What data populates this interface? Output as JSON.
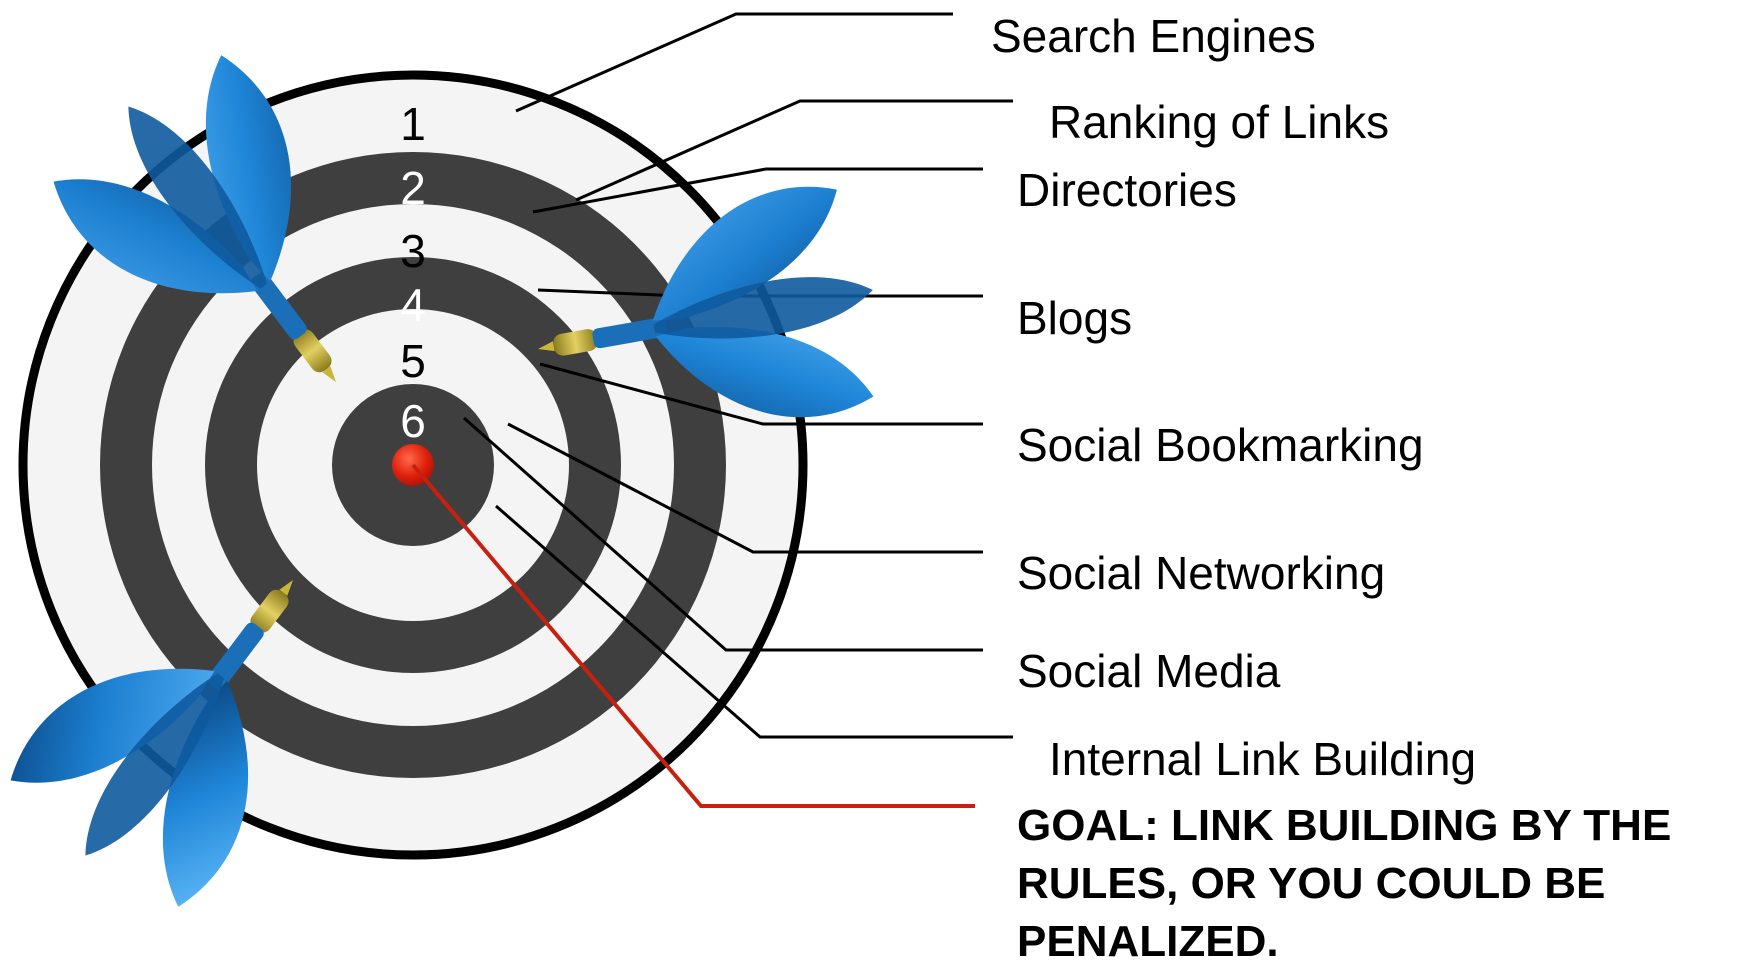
{
  "target": {
    "ring_numbers": [
      "1",
      "2",
      "3",
      "4",
      "5",
      "6"
    ],
    "colors": {
      "outline": "#000000",
      "dark_ring": "#3f3f3f",
      "light_ring": "#f4f4f4",
      "bullseye": "#e0200c",
      "goal_line": "#c8200f",
      "dart_blue": "#1c7fd0",
      "dart_tip": "#c9b53a"
    },
    "icons": [
      "dart-icon",
      "dart-icon",
      "dart-icon"
    ]
  },
  "labels": [
    {
      "id": "search-engines",
      "text": "Search Engines"
    },
    {
      "id": "ranking-of-links",
      "text": "Ranking of Links"
    },
    {
      "id": "directories",
      "text": "Directories"
    },
    {
      "id": "blogs",
      "text": "Blogs"
    },
    {
      "id": "social-bookmarking",
      "text": "Social Bookmarking"
    },
    {
      "id": "social-networking",
      "text": "Social Networking"
    },
    {
      "id": "social-media",
      "text": "Social Media"
    },
    {
      "id": "internal-link-building",
      "text": "Internal Link Building"
    }
  ],
  "goal": {
    "text": "GOAL: LINK BUILDING BY THE RULES, OR YOU COULD BE PENALIZED."
  }
}
